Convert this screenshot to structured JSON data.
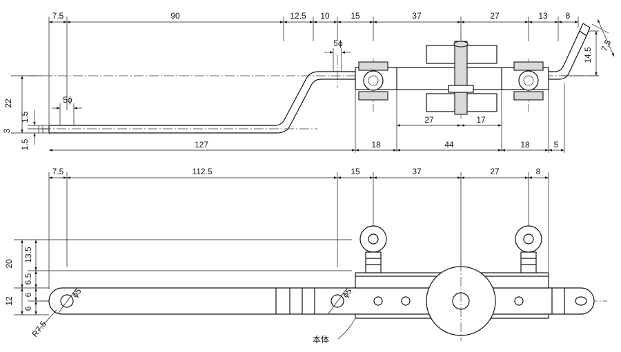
{
  "top_view": {
    "horizontal_dims_top": [
      "7.5",
      "90",
      "12.5",
      "10",
      "15",
      "37",
      "27",
      "13",
      "8"
    ],
    "hole_dim": "5ϕ",
    "hole_dim_right": "5ϕ",
    "vertical_dims_left": [
      "22",
      "1.5",
      "3",
      "1.5"
    ],
    "right_dims": [
      "14.5",
      "7.5"
    ],
    "bottom_dims": [
      "127",
      "18",
      "44",
      "18",
      "5"
    ],
    "inner_dims": [
      "27",
      "17"
    ]
  },
  "bottom_view": {
    "horizontal_dims_top": [
      "7.5",
      "112.5",
      "15",
      "37",
      "27",
      "8"
    ],
    "vertical_dims_left": [
      "20",
      "13.5",
      "6.5",
      "12",
      "6",
      "6"
    ],
    "hole_label_left": "ϕ5",
    "hole_label_mid": "ϕ5",
    "radius_label": "R7.5",
    "body_label": "本体"
  }
}
